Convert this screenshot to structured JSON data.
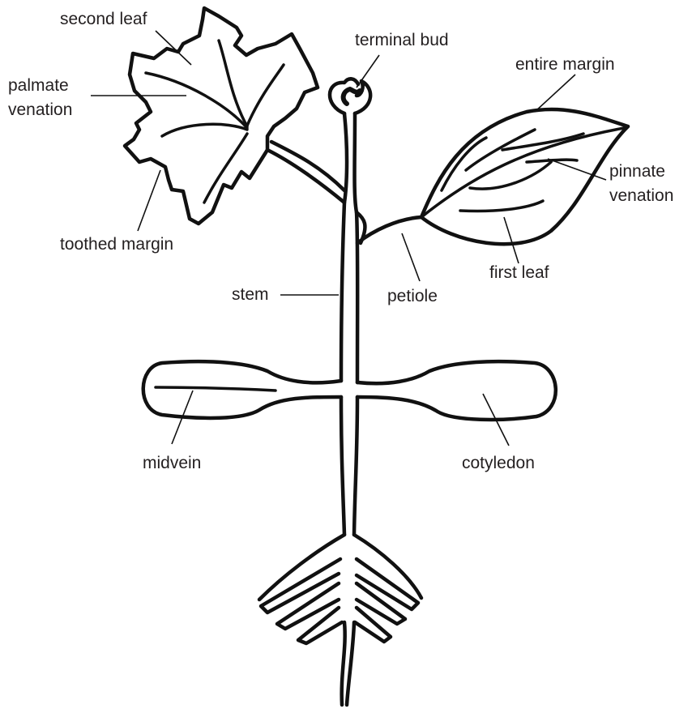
{
  "labels": {
    "second_leaf": "second leaf",
    "terminal_bud": "terminal bud",
    "palmate_venation_1": "palmate",
    "palmate_venation_2": "venation",
    "entire_margin": "entire margin",
    "pinnate_venation_1": "pinnate",
    "pinnate_venation_2": "venation",
    "toothed_margin": "toothed margin",
    "first_leaf": "first leaf",
    "stem": "stem",
    "petiole": "petiole",
    "midvein": "midvein",
    "cotyledon": "cotyledon"
  }
}
